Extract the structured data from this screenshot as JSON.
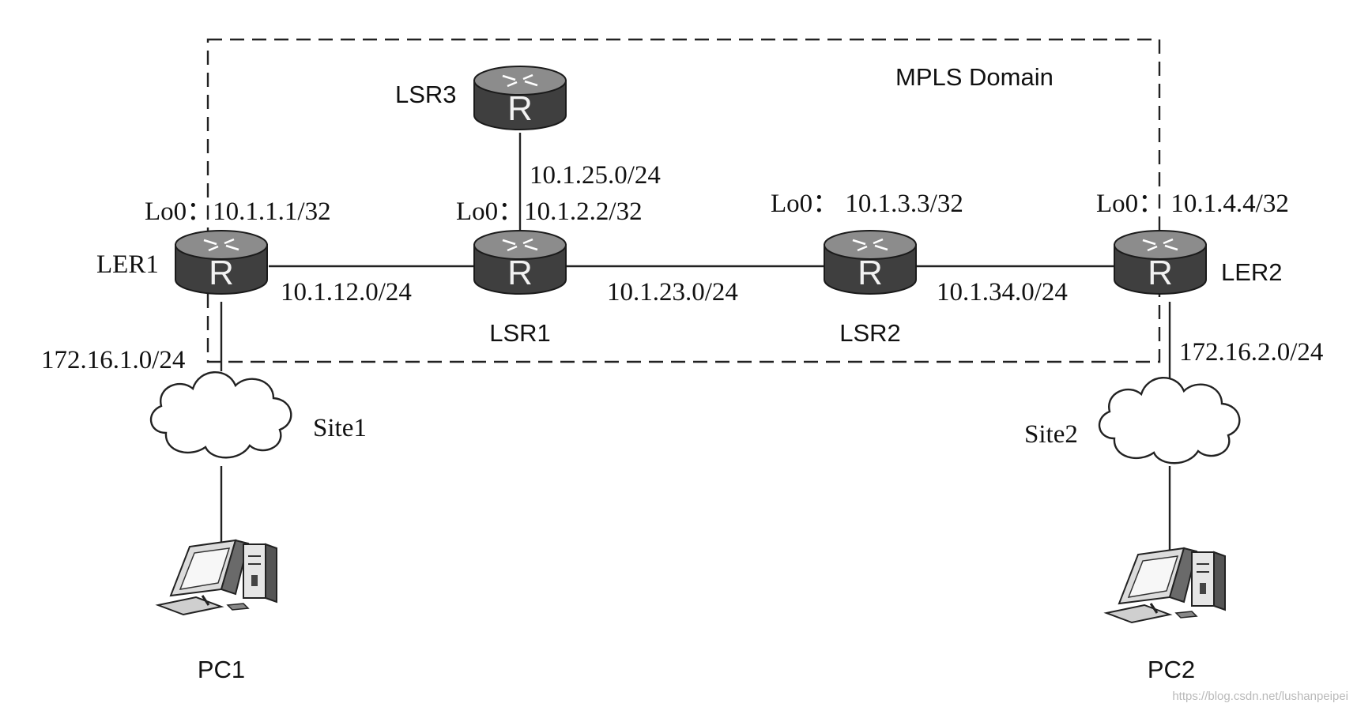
{
  "domain_label": "MPLS Domain",
  "routers": {
    "ler1": {
      "name": "LER1",
      "loopback": "Lo0：10.1.1.1/32"
    },
    "lsr1": {
      "name": "LSR1",
      "loopback": "Lo0：10.1.2.2/32"
    },
    "lsr2": {
      "name": "LSR2",
      "loopback": "Lo0： 10.1.3.3/32"
    },
    "ler2": {
      "name": "LER2",
      "loopback": "Lo0： 10.1.4.4/32"
    },
    "lsr3": {
      "name": "LSR3"
    }
  },
  "router_glyph": "R",
  "links": {
    "ler1_lsr1": "10.1.12.0/24",
    "lsr1_lsr2": "10.1.23.0/24",
    "lsr2_ler2": "10.1.34.0/24",
    "lsr1_lsr3": "10.1.25.0/24",
    "ler1_site1": "172.16.1.0/24",
    "ler2_site2": "172.16.2.0/24"
  },
  "sites": {
    "site1": "Site1",
    "site2": "Site2"
  },
  "pcs": {
    "pc1": "PC1",
    "pc2": "PC2"
  },
  "watermark": "https://blog.csdn.net/lushanpeipei",
  "icons": {
    "router": "router-icon",
    "cloud": "cloud-icon",
    "pc": "pc-icon"
  }
}
